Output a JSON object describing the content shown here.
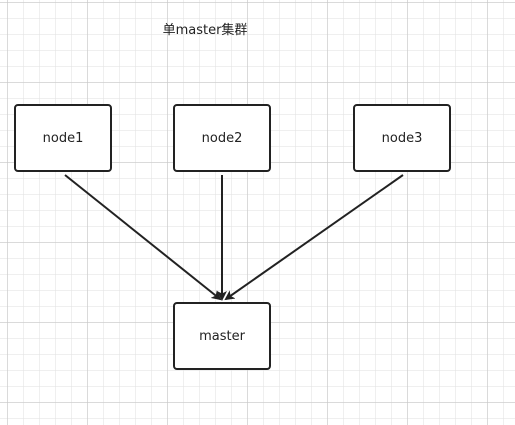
{
  "diagram": {
    "title": "单master集群",
    "nodes": [
      {
        "id": "node1",
        "label": "node1"
      },
      {
        "id": "node2",
        "label": "node2"
      },
      {
        "id": "node3",
        "label": "node3"
      },
      {
        "id": "master",
        "label": "master"
      }
    ],
    "edges": [
      {
        "from": "node1",
        "to": "master"
      },
      {
        "from": "node2",
        "to": "master"
      },
      {
        "from": "node3",
        "to": "master"
      }
    ],
    "colors": {
      "stroke": "#222222",
      "background": "#ffffff",
      "grid": "#e0e0e0"
    }
  }
}
